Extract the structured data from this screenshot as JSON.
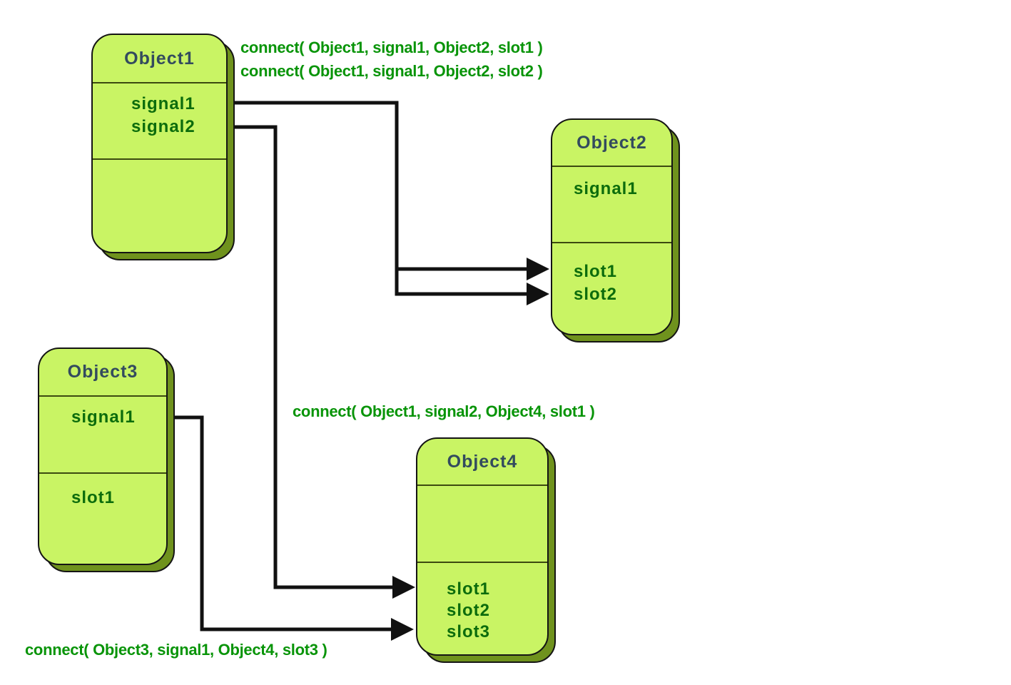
{
  "colors": {
    "canvas_bg": "#ffffff",
    "box_fill": "#c9f464",
    "box_shadow": "#6f921d",
    "outline": "#141414",
    "divider": "#3c4a10",
    "title_text": "#334b5e",
    "member_text": "#0c6c0c",
    "connect_text": "#089408",
    "connector": "#111111"
  },
  "objects": [
    {
      "title": "Object1",
      "middle_members": [
        "signal1",
        "signal2"
      ],
      "bottom_members": []
    },
    {
      "title": "Object2",
      "middle_members": [
        "signal1"
      ],
      "bottom_members": [
        "slot1",
        "slot2"
      ]
    },
    {
      "title": "Object3",
      "middle_members": [
        "signal1"
      ],
      "bottom_members": [
        "slot1"
      ]
    },
    {
      "title": "Object4",
      "middle_members": [],
      "bottom_members": [
        "slot1",
        "slot2",
        "slot3"
      ]
    }
  ],
  "connect_labels": [
    "connect( Object1, signal1, Object2, slot1 )",
    "connect( Object1, signal1, Object2, slot2 )",
    "connect( Object1, signal2, Object4, slot1 )",
    "connect( Object3, signal1, Object4, slot3 )"
  ]
}
